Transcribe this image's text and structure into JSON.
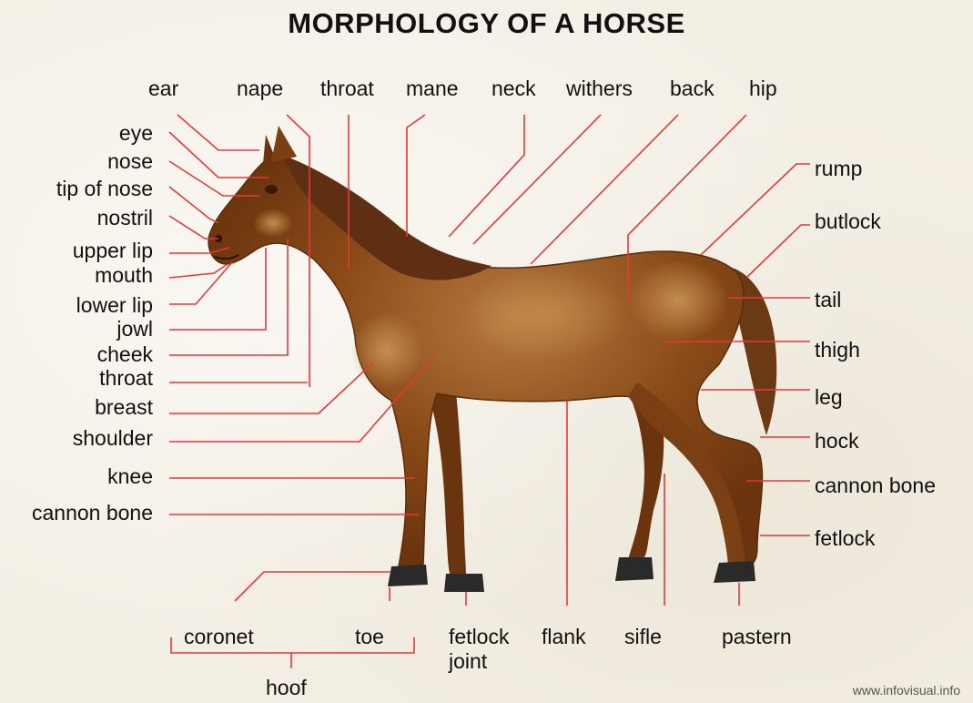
{
  "title": "MORPHOLOGY OF A HORSE",
  "credit": "www.infovisual.info",
  "colors": {
    "leader_line": "#e23a3a",
    "coat": "#7a3f12",
    "coat_highlight": "#b27a3c",
    "mane": "#5e2f12",
    "hoof": "#2a2a2a",
    "background": "#f4efe5"
  },
  "labels": {
    "top": {
      "ear": "ear",
      "nape": "nape",
      "throat": "throat",
      "mane": "mane",
      "neck": "neck",
      "withers": "withers",
      "back": "back",
      "hip": "hip"
    },
    "left": {
      "eye": "eye",
      "nose": "nose",
      "tip_of_nose": "tip of nose",
      "nostril": "nostril",
      "upper_lip": "upper lip",
      "mouth": "mouth",
      "lower_lip": "lower lip",
      "jowl": "jowl",
      "cheek": "cheek",
      "throat": "throat",
      "breast": "breast",
      "shoulder": "shoulder",
      "knee": "knee",
      "cannon_bone": "cannon bone"
    },
    "right": {
      "rump": "rump",
      "butlock": "butlock",
      "tail": "tail",
      "thigh": "thigh",
      "leg": "leg",
      "hock": "hock",
      "cannon_bone": "cannon bone",
      "fetlock": "fetlock"
    },
    "bottom": {
      "coronet": "coronet",
      "toe": "toe",
      "fetlock_joint": "fetlock\njoint",
      "flank": "flank",
      "sifle": "sifle",
      "pastern": "pastern",
      "hoof": "hoof"
    }
  }
}
